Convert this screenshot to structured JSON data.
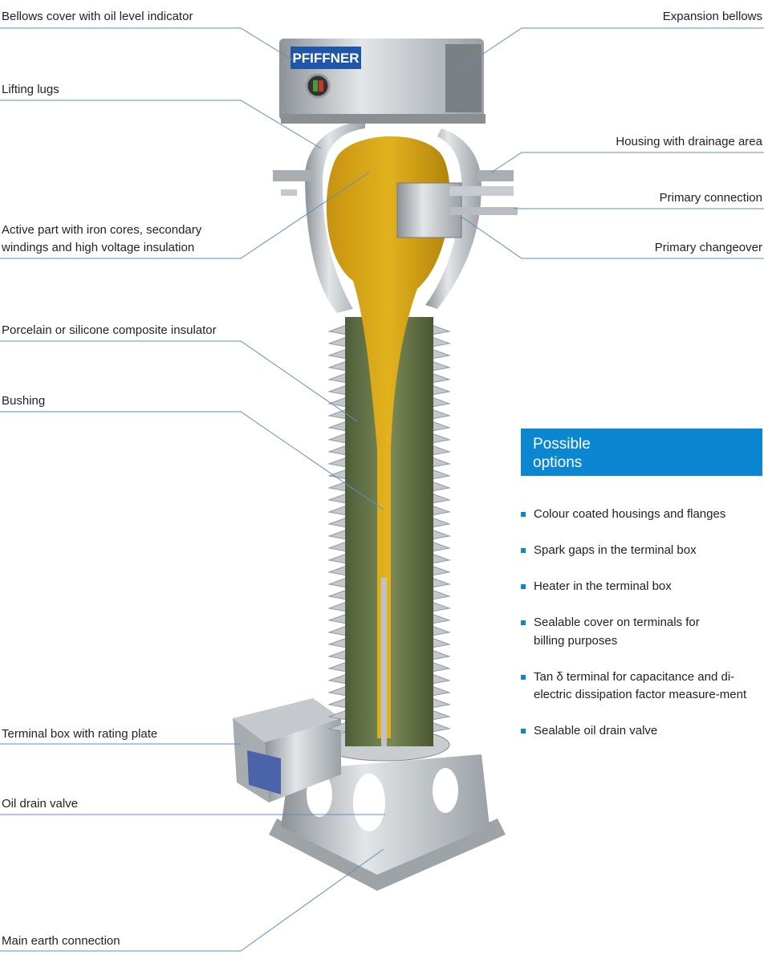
{
  "callouts_left": [
    {
      "id": "bellows-cover",
      "text": "Bellows cover with oil level indicator"
    },
    {
      "id": "lifting-lugs",
      "text": "Lifting lugs"
    },
    {
      "id": "active-part",
      "text": "Active part with iron cores, secondary",
      "text2": "windings and high voltage insulation"
    },
    {
      "id": "insulator",
      "text": "Porcelain or silicone composite insulator"
    },
    {
      "id": "bushing",
      "text": "Bushing"
    },
    {
      "id": "terminal-box",
      "text": "Terminal box with rating plate"
    },
    {
      "id": "oil-drain",
      "text": "Oil drain valve"
    },
    {
      "id": "earth",
      "text": "Main earth connection"
    }
  ],
  "callouts_right": [
    {
      "id": "expansion-bellows",
      "text": "Expansion bellows"
    },
    {
      "id": "housing",
      "text": "Housing with drainage area"
    },
    {
      "id": "primary-connection",
      "text": "Primary connection"
    },
    {
      "id": "primary-changeover",
      "text": "Primary changeover"
    }
  ],
  "logo_text": "PFIFFNER",
  "options": {
    "title_line1": "Possible",
    "title_line2": "options",
    "items": [
      "Colour coated housings and flanges",
      "Spark gaps in the terminal box",
      "Heater in the terminal box",
      "Sealable cover on terminals for billing purposes",
      "Tan δ terminal for capacitance and di-electric dissipation factor measure-ment",
      "Sealable oil drain valve"
    ]
  },
  "colors": {
    "accent": "#0a87d0",
    "line": "#5b8fc0",
    "oil": "#d9a514",
    "metal": "#b5b9bd"
  }
}
